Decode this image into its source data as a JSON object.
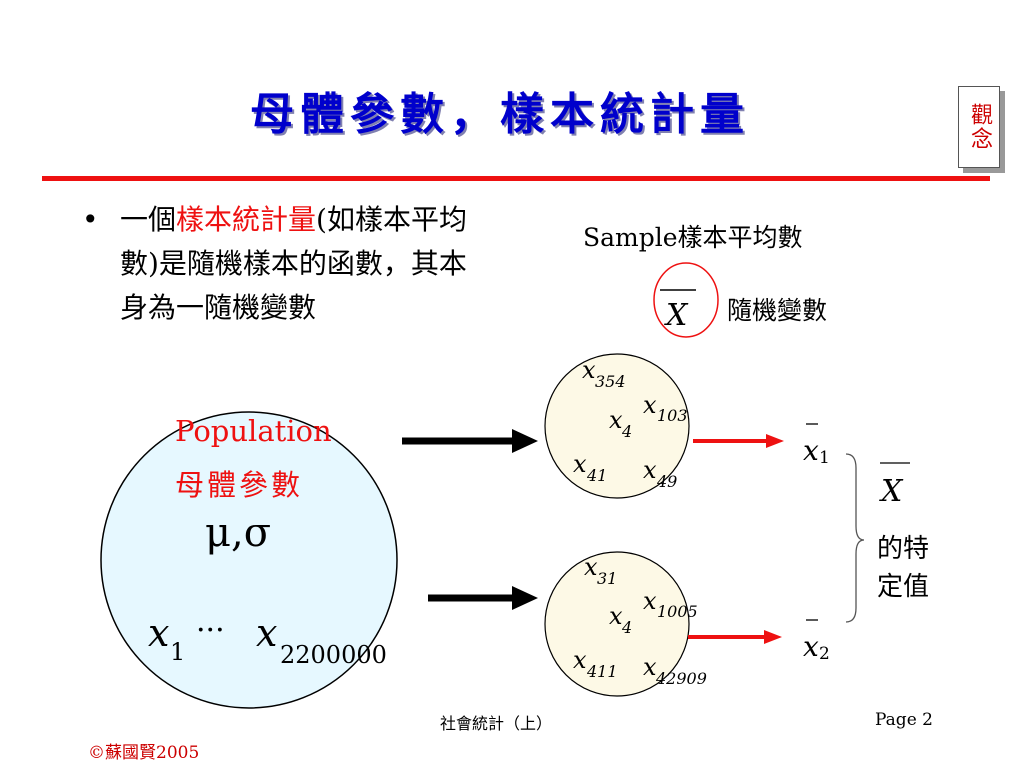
{
  "title": "母體參數，樣本統計量",
  "concept_badge": "觀念",
  "bullet": {
    "prefix": "一個",
    "highlight": "樣本統計量",
    "rest": "(如樣本平均數)是隨機樣本的函數，其本身為一隨機變數"
  },
  "diagram": {
    "sample_mean_label": "Sample樣本平均數",
    "random_variable_label": "隨機變數",
    "xbar_symbol": "X",
    "population": {
      "label_en": "Population",
      "label_zh": "母體參數",
      "params": "μ,σ",
      "range_first": "x",
      "range_first_sub": "1",
      "range_dots": "···",
      "range_last": "x",
      "range_last_sub": "2200000"
    },
    "sample1": {
      "items": [
        {
          "base": "x",
          "sub": "354"
        },
        {
          "base": "x",
          "sub": "103"
        },
        {
          "base": "x",
          "sub": "4"
        },
        {
          "base": "x",
          "sub": "41"
        },
        {
          "base": "x",
          "sub": "49"
        }
      ],
      "result": {
        "base": "x",
        "sub": "1"
      }
    },
    "sample2": {
      "items": [
        {
          "base": "x",
          "sub": "31"
        },
        {
          "base": "x",
          "sub": "1005"
        },
        {
          "base": "x",
          "sub": "4"
        },
        {
          "base": "x",
          "sub": "411"
        },
        {
          "base": "x",
          "sub": "42909"
        }
      ],
      "result": {
        "base": "x",
        "sub": "2"
      }
    },
    "brace_xbar": "X",
    "property_label": "的特定值"
  },
  "footer": {
    "course": "社會統計（上）",
    "page": "Page 2",
    "copyright": "©蘇國賢2005"
  },
  "colors": {
    "title": "#0000cc",
    "accent_red": "#ee1111",
    "population_fill": "#e6f8ff",
    "sample_fill": "#fdf9e6"
  }
}
